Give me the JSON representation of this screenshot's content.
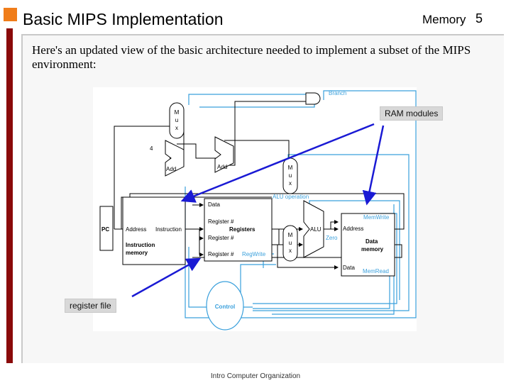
{
  "header": {
    "title": "Basic MIPS Implementation",
    "section": "Memory",
    "page_number": "5"
  },
  "intro": "Here's an updated view of the basic architecture needed to implement a subset of the MIPS environment:",
  "callouts": {
    "ram": "RAM modules",
    "regfile": "register file"
  },
  "diagram": {
    "branch": "Branch",
    "mux": "M\nu\nx",
    "four": "4",
    "add": "Add",
    "pc": "PC",
    "address": "Address",
    "instruction": "Instruction",
    "instruction_memory": "Instruction\nmemory",
    "data": "Data",
    "register1": "Register #",
    "register2": "Register #",
    "register3": "Register #",
    "registers": "Registers",
    "regwrite": "RegWrite",
    "alu_operation": "ALU operation",
    "alu": "ALU",
    "zero": "Zero",
    "memwrite": "MemWrite",
    "data_address": "Address",
    "data_memory": "Data\nmemory",
    "data_in": "Data",
    "memread": "MemRead",
    "control": "Control"
  },
  "colors": {
    "accent": "#f07d1a",
    "bar": "#8a0a0a",
    "control_lines": "#3aa0dc",
    "arrows": "#1a1ad4"
  },
  "footer": "Intro Computer Organization"
}
